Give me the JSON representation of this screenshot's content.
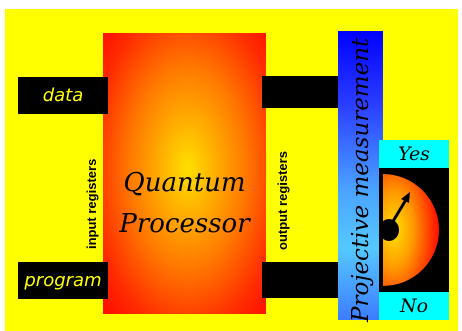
{
  "inputs": {
    "data_label": "data",
    "program_label": "program",
    "registers_label": "input registers"
  },
  "processor": {
    "line1": "Quantum",
    "line2": "Processor"
  },
  "outputs": {
    "registers_label": "output registers"
  },
  "measurement": {
    "label": "Projective measurement",
    "yes_label": "Yes",
    "no_label": "No"
  },
  "colors": {
    "background": "#ffff00",
    "block": "#000000",
    "block_text": "#ffff00",
    "processor_core": "#ffe000",
    "processor_edge": "#ff0a00",
    "measurement_bar": "#0000ff",
    "answer_box": "#00ffff"
  },
  "icons": {
    "meter": "measurement-dial-icon"
  }
}
